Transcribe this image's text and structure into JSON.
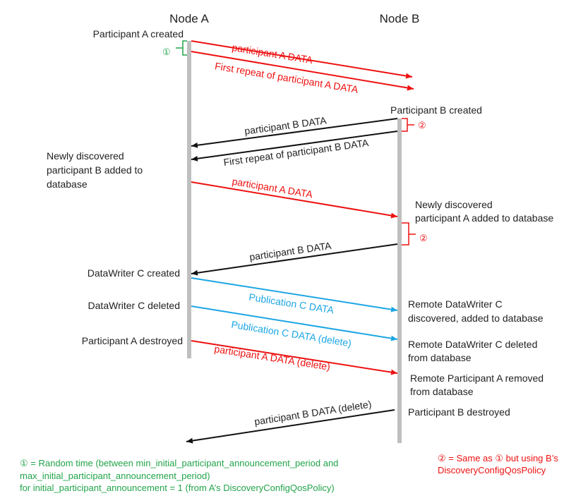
{
  "colors": {
    "red": "#ee1111",
    "black": "#111111",
    "cyan": "#1ca6e4",
    "green": "#22a44a",
    "lifeline": "#bfbfbf",
    "text": "#222222"
  },
  "nodes": {
    "a": "Node A",
    "b": "Node B"
  },
  "events_a": {
    "participant_a_created": "Participant A created",
    "newly_discovered_b": [
      "Newly  discovered",
      "participant B added to",
      "database"
    ],
    "datawriter_c_created": "DataWriter C created",
    "datawriter_c_deleted": "DataWriter C deleted",
    "participant_a_destroyed": "Participant A destroyed"
  },
  "events_b": {
    "participant_b_created": "Participant B created",
    "newly_discovered_a": [
      "Newly  discovered",
      "participant A added to database"
    ],
    "remote_dw_c_discovered": [
      "Remote DataWriter C",
      "discovered, added to database"
    ],
    "remote_dw_c_deleted": [
      "Remote DataWriter C deleted",
      "from database"
    ],
    "remote_participant_a_removed": [
      "Remote Participant A removed",
      "from database"
    ],
    "participant_b_destroyed": "Participant B destroyed"
  },
  "messages": {
    "m1": "participant A DATA",
    "m2": "First repeat of participant A DATA",
    "m3": "participant B DATA",
    "m4": "First repeat of participant B DATA",
    "m5": "participant A DATA",
    "m6": "participant B DATA",
    "m7": "Publication C DATA",
    "m8": "Publication C DATA (delete)",
    "m9": "participant A DATA (delete)",
    "m10": "participant B DATA (delete)"
  },
  "markers": {
    "one": "①",
    "two": "②"
  },
  "legend": {
    "one_lines": [
      "① = Random time (between min_initial_participant_announcement_period  and",
      "max_initial_participant_announcement_period)",
      "for initial_participant_announcement  = 1 (from A’s DiscoveryConfigQosPolicy)"
    ],
    "two_lines": [
      "② = Same as ① but using B’s",
      "DiscoveryConfigQosPolicy"
    ]
  }
}
